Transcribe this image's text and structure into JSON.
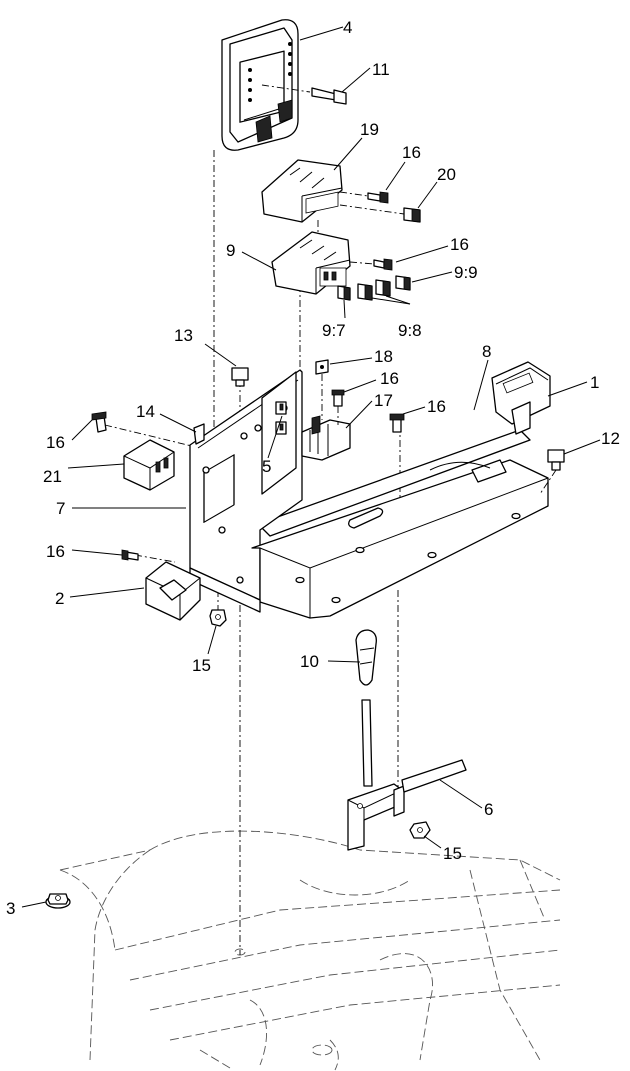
{
  "callouts": [
    {
      "key": "p4",
      "text": "4"
    },
    {
      "key": "p11",
      "text": "11"
    },
    {
      "key": "p19",
      "text": "19"
    },
    {
      "key": "p16a",
      "text": "16"
    },
    {
      "key": "p20",
      "text": "20"
    },
    {
      "key": "p9",
      "text": "9"
    },
    {
      "key": "p16b",
      "text": "16"
    },
    {
      "key": "p99",
      "text": "9:9"
    },
    {
      "key": "p97",
      "text": "9:7"
    },
    {
      "key": "p98",
      "text": "9:8"
    },
    {
      "key": "p13",
      "text": "13"
    },
    {
      "key": "p18",
      "text": "18"
    },
    {
      "key": "p8",
      "text": "8"
    },
    {
      "key": "p1",
      "text": "1"
    },
    {
      "key": "p16c",
      "text": "16"
    },
    {
      "key": "p14",
      "text": "14"
    },
    {
      "key": "p17",
      "text": "17"
    },
    {
      "key": "p16d",
      "text": "16"
    },
    {
      "key": "p12",
      "text": "12"
    },
    {
      "key": "p16e",
      "text": "16"
    },
    {
      "key": "p5",
      "text": "5"
    },
    {
      "key": "p21",
      "text": "21"
    },
    {
      "key": "p7",
      "text": "7"
    },
    {
      "key": "p16f",
      "text": "16"
    },
    {
      "key": "p2",
      "text": "2"
    },
    {
      "key": "p15a",
      "text": "15"
    },
    {
      "key": "p10",
      "text": "10"
    },
    {
      "key": "p6",
      "text": "6"
    },
    {
      "key": "p15b",
      "text": "15"
    },
    {
      "key": "p3",
      "text": "3"
    }
  ]
}
